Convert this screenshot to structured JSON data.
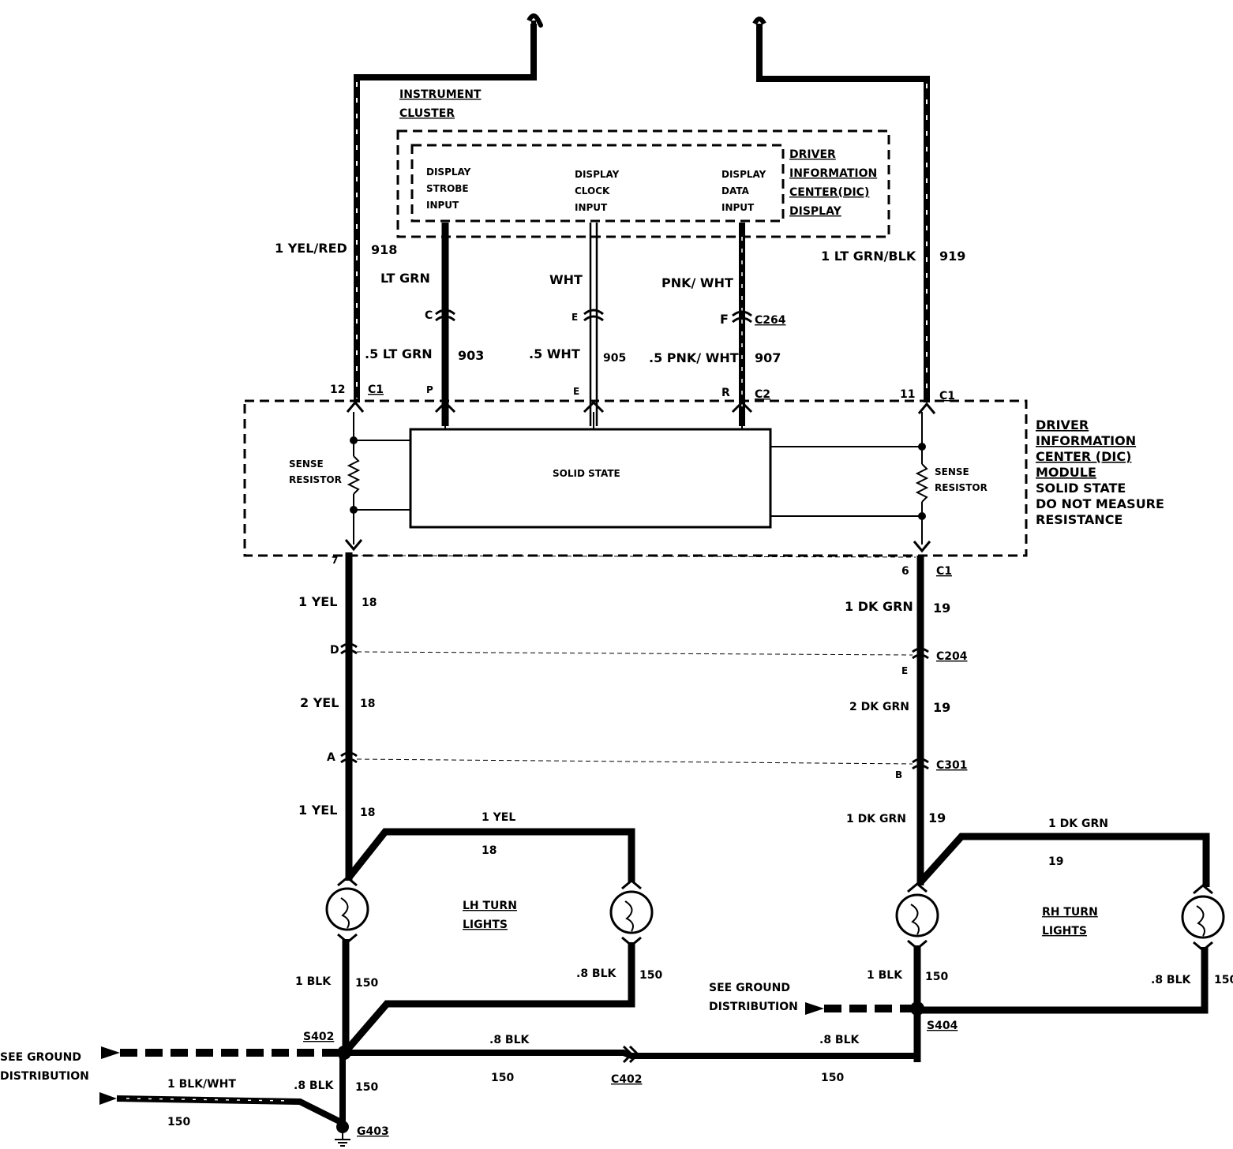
{
  "labels": {
    "instrument_cluster": [
      "INSTRUMENT",
      "CLUSTER"
    ],
    "dic_display": [
      "DRIVER",
      "INFORMATION",
      "CENTER(DIC)",
      "DISPLAY"
    ],
    "strobe_input": [
      "DISPLAY",
      "STROBE",
      "INPUT"
    ],
    "clock_input": [
      "DISPLAY",
      "CLOCK",
      "INPUT"
    ],
    "data_input": [
      "DISPLAY",
      "DATA",
      "INPUT"
    ],
    "solid_state": "SOLID STATE",
    "sense_resistor": [
      "SENSE",
      "RESISTOR"
    ],
    "dic_module": [
      "DRIVER",
      "INFORMATION",
      "CENTER (DIC)",
      "MODULE",
      "SOLID STATE",
      "DO NOT MEASURE",
      "RESISTANCE"
    ],
    "lh_turn": [
      "LH TURN",
      "LIGHTS"
    ],
    "rh_turn": [
      "RH TURN",
      "LIGHTS"
    ],
    "see_ground": [
      "SEE GROUND",
      "DISTRIBUTION"
    ]
  },
  "wires": {
    "yel_red": "1 YEL/RED",
    "c918": "918",
    "ltgrn_blk": "1 LT GRN/BLK",
    "c919": "919",
    "ltgrn": "LT GRN",
    "wht": "WHT",
    "pnk_wht": "PNK/ WHT",
    "ltgrn5": ".5 LT GRN",
    "c903": "903",
    "wht5": ".5 WHT",
    "c905": "905",
    "pnk_wht5": ".5 PNK/ WHT",
    "c907": "907",
    "yel1": "1 YEL",
    "yel2": "2 YEL",
    "c18": "18",
    "dkgrn1": "1 DK GRN",
    "dkgrn2": "2 DK GRN",
    "c19": "19",
    "blk1": "1 BLK",
    "blk8": ".8 BLK",
    "c150": "150",
    "blk_wht": "1 BLK/WHT"
  },
  "connectors": {
    "c": "C",
    "e": "E",
    "f": "F",
    "p": "P",
    "r": "R",
    "n12": "12",
    "n11": "11",
    "n7": "7",
    "n6": "6",
    "d": "D",
    "a": "A",
    "b": "B",
    "c1": "C1",
    "c2": "C2",
    "c264": "C264",
    "c204": "C204",
    "c301": "C301",
    "c402": "C402",
    "s402": "S402",
    "s404": "S404",
    "g403": "G403"
  }
}
